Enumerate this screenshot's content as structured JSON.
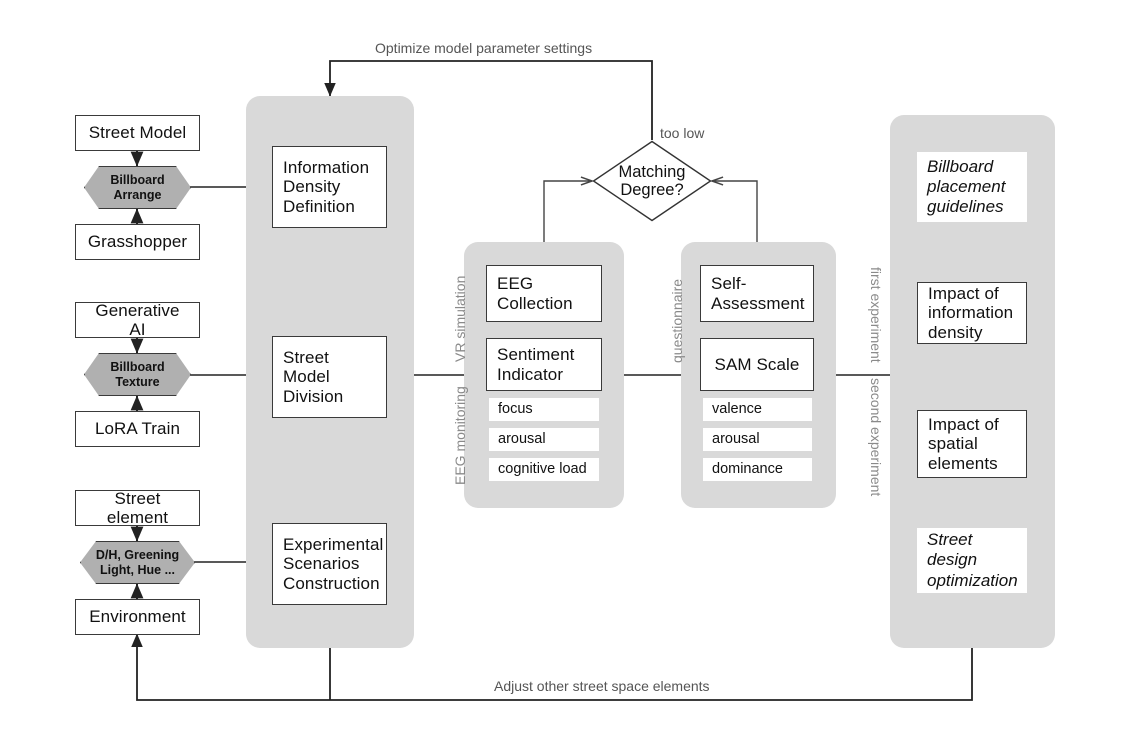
{
  "diagram": {
    "title": "Research framework flowchart",
    "colors": {
      "panel_gray": "#d9d9d9",
      "hexagon_gray": "#b0b0b0",
      "node_border": "#3a3a3a",
      "edge_label_gray": "#7a7a7a",
      "line": "#222222"
    }
  },
  "inputs": {
    "street_model": "Street Model",
    "grasshopper": "Grasshopper",
    "billboard_arrange": "Billboard\nArrange",
    "generative_ai": "Generative AI",
    "lora_train": "LoRA Train",
    "billboard_texture": "Billboard\nTexture",
    "street_element": "Street element",
    "environment": "Environment",
    "dh_greening": "D/H, Greening\nLight, Hue ..."
  },
  "modeling_panel": {
    "information_density_definition": "Information\nDensity\nDefinition",
    "street_model_division": "Street\nModel\nDivision",
    "experimental_scenarios_construction": "Experimental\nScenarios\nConstruction"
  },
  "eeg_panel": {
    "eeg_collection": "EEG\nCollection",
    "sentiment_indicator": "Sentiment\nIndicator",
    "metrics": [
      "focus",
      "arousal",
      "cognitive load"
    ]
  },
  "sam_panel": {
    "self_assessment": "Self-\nAssessment",
    "sam_scale": "SAM Scale",
    "metrics": [
      "valence",
      "arousal",
      "dominance"
    ]
  },
  "decision": {
    "matching_degree": "Matching\nDegree?",
    "too_low": "too low"
  },
  "outcomes_panel": {
    "billboard_placement_guidelines": "Billboard\nplacement\nguidelines",
    "impact_of_information_density": "Impact of\ninformation\ndensity",
    "impact_of_spatial_elements": "Impact of\nspatial\nelements",
    "street_design_optimization": "Street\ndesign\noptimization"
  },
  "edge_labels": {
    "optimize_model_parameter_settings": "Optimize model parameter settings",
    "adjust_other_street_space_elements": "Adjust other street space elements",
    "vr_simulation": "VR simulation",
    "eeg_monitoring": "EEG monitoring",
    "questionnaire": "questionnaire",
    "first_experiment": "first experiment",
    "second_experiment": "second experiment"
  }
}
